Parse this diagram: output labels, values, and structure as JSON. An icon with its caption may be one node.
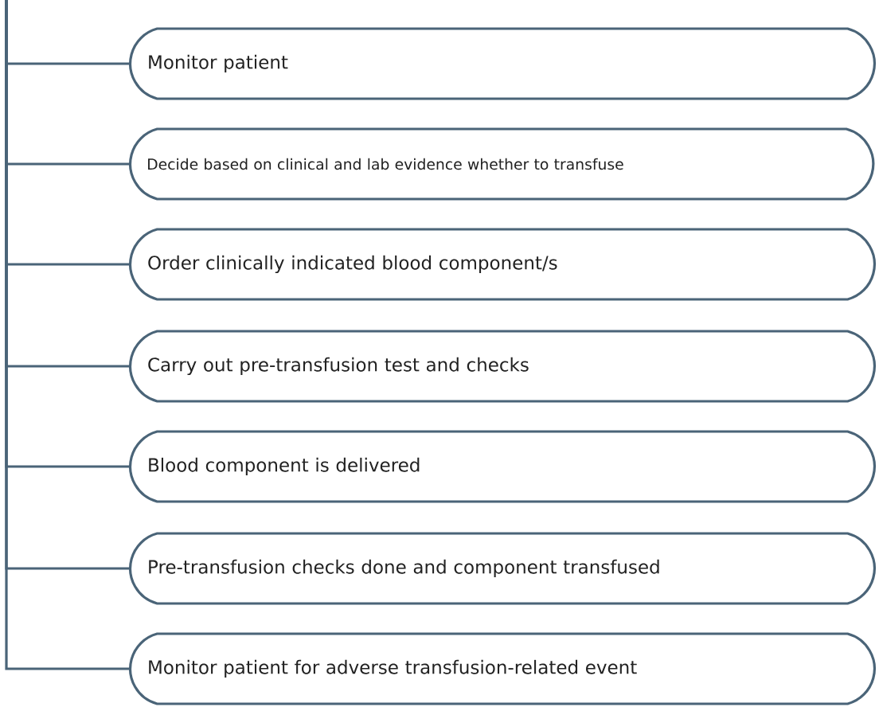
{
  "diagram": {
    "nodes": [
      {
        "text": [
          "Monitor patient"
        ]
      },
      {
        "text": [
          "Decide based on clinical and lab evidence whether to transfuse"
        ]
      },
      {
        "text": [
          "Order clinically indicated blood component/s"
        ]
      },
      {
        "text": [
          "Carry out pre-transfusion test and checks"
        ]
      },
      {
        "text": [
          "Blood component is delivered"
        ]
      },
      {
        "text": [
          "Pre-transfusion checks done and component transfused"
        ]
      },
      {
        "text": [
          "Monitor patient for adverse transfusion-related event"
        ]
      }
    ],
    "edges": [
      {
        "from": null,
        "to": 0,
        "arrow": "none"
      },
      {
        "from": null,
        "to": 1,
        "arrow": "none"
      },
      {
        "from": null,
        "to": 2,
        "arrow": "none"
      },
      {
        "from": null,
        "to": 3,
        "arrow": "none"
      },
      {
        "from": null,
        "to": 4,
        "arrow": "none"
      },
      {
        "from": null,
        "to": 5,
        "arrow": "none"
      },
      {
        "from": null,
        "to": 6,
        "arrow": "none"
      }
    ]
  }
}
